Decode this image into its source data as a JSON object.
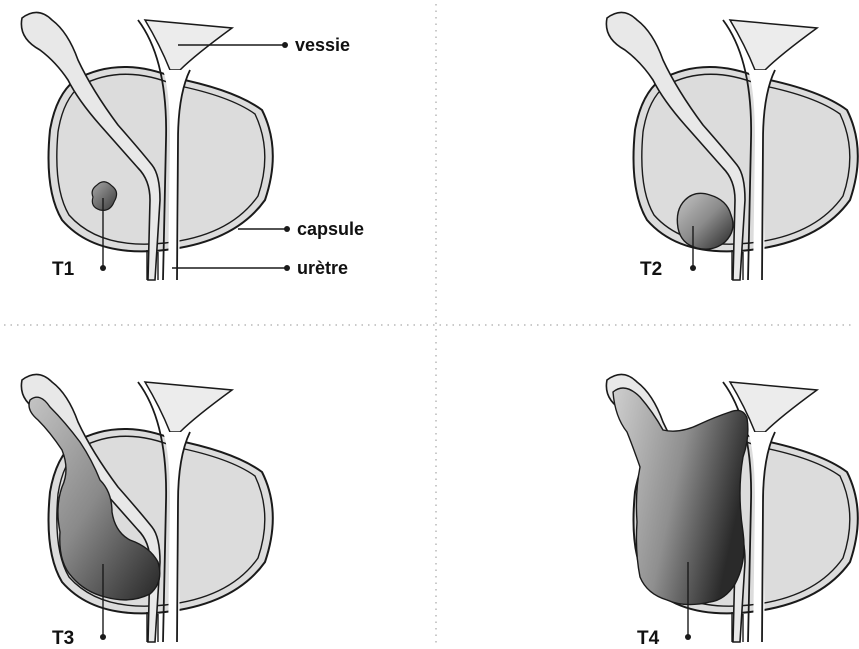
{
  "labels": {
    "vessie": "vessie",
    "capsule": "capsule",
    "uretre": "urètre"
  },
  "stages": [
    {
      "id": "T1",
      "label": "T1"
    },
    {
      "id": "T2",
      "label": "T2"
    },
    {
      "id": "T3",
      "label": "T3"
    },
    {
      "id": "T4",
      "label": "T4"
    }
  ],
  "colors": {
    "outline": "#1a1a1a",
    "tissue": "#dcdcdc",
    "seminal": "#e8e8e8",
    "bladder_wedge": "#ececec",
    "tumor_light": "#b5b5b5",
    "tumor_dark": "#2a2a2a",
    "divider": "#b8b8b8"
  }
}
